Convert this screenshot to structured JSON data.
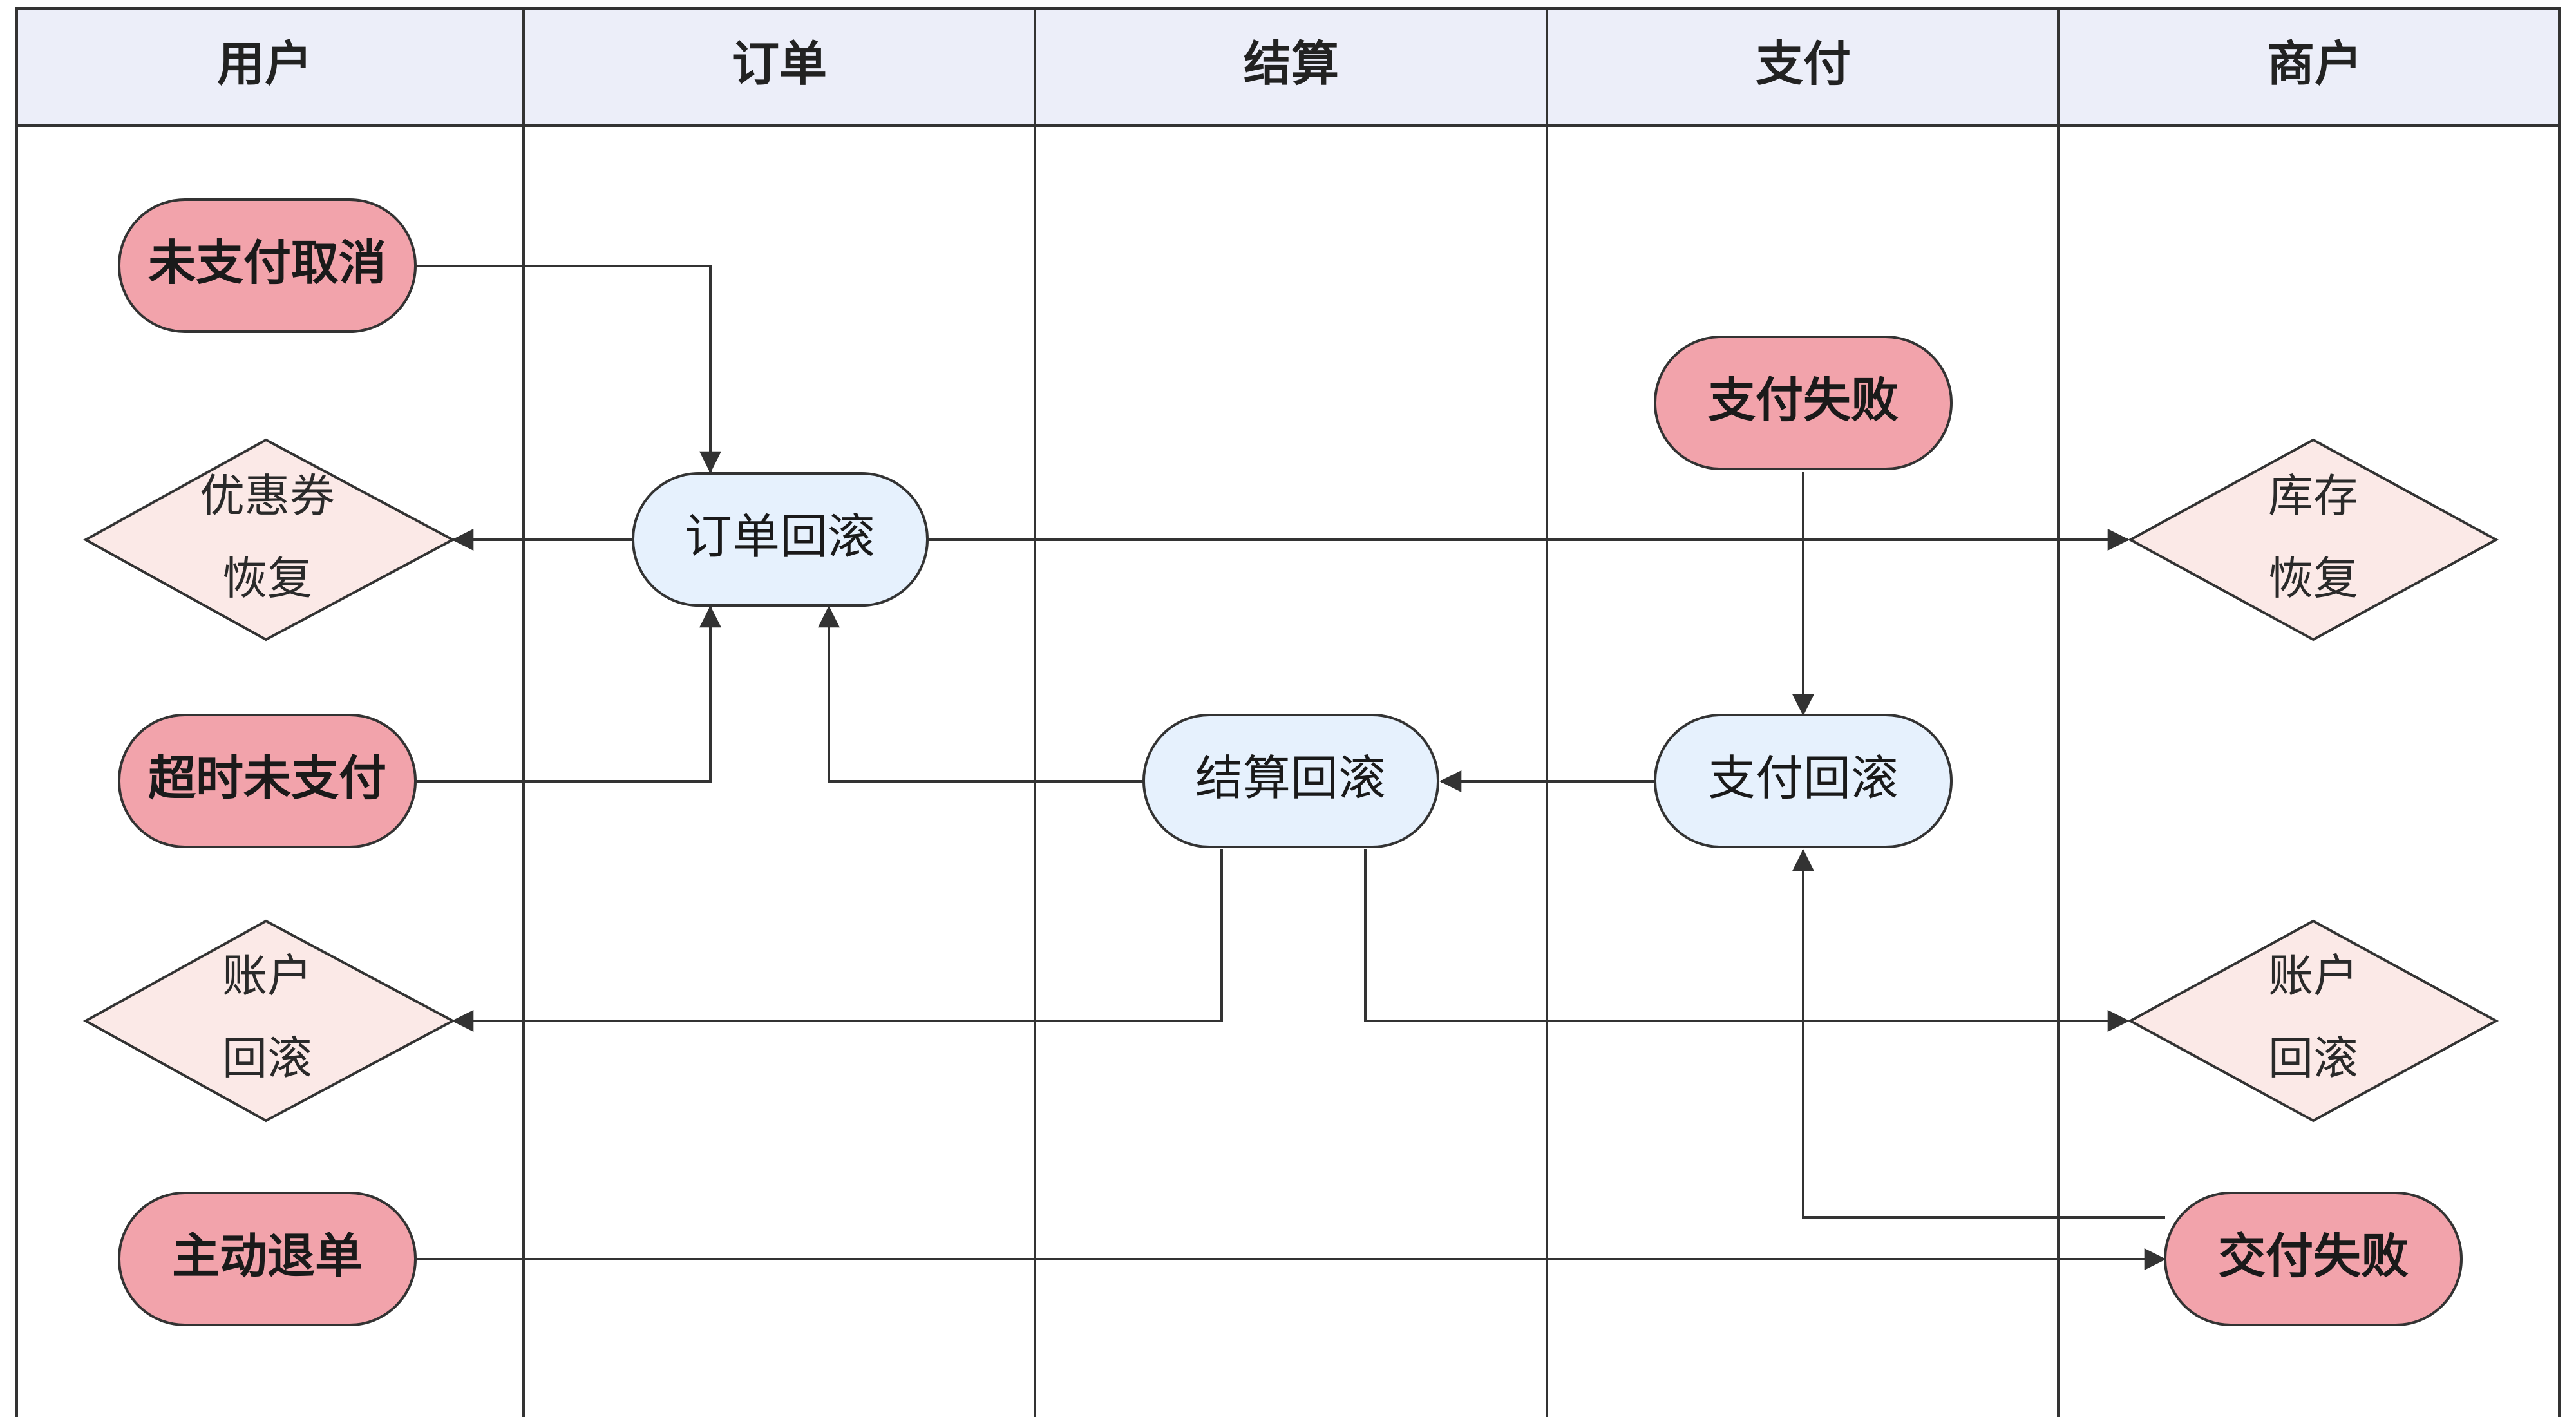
{
  "lanes": [
    {
      "id": "user",
      "title": "用户"
    },
    {
      "id": "order",
      "title": "订单"
    },
    {
      "id": "settle",
      "title": "结算"
    },
    {
      "id": "pay",
      "title": "支付"
    },
    {
      "id": "merchant",
      "title": "商户"
    }
  ],
  "nodes": {
    "unpaid_cancel": {
      "label": "未支付取消",
      "kind": "trigger"
    },
    "timeout_unpaid": {
      "label": "超时未支付",
      "kind": "trigger"
    },
    "active_refund": {
      "label": "主动退单",
      "kind": "trigger"
    },
    "pay_failed": {
      "label": "支付失败",
      "kind": "trigger"
    },
    "delivery_failed": {
      "label": "交付失败",
      "kind": "trigger"
    },
    "order_rollback": {
      "label": "订单回滚",
      "kind": "process"
    },
    "settle_rollback": {
      "label": "结算回滚",
      "kind": "process"
    },
    "pay_rollback": {
      "label": "支付回滚",
      "kind": "process"
    },
    "coupon_restore": {
      "label_lines": [
        "优惠券",
        "恢复"
      ],
      "kind": "decision"
    },
    "user_account_rollback": {
      "label_lines": [
        "账户",
        "回滚"
      ],
      "kind": "decision"
    },
    "stock_restore": {
      "label_lines": [
        "库存",
        "恢复"
      ],
      "kind": "decision"
    },
    "merchant_account_rollback": {
      "label_lines": [
        "账户",
        "回滚"
      ],
      "kind": "decision"
    }
  },
  "edges": [
    {
      "from": "unpaid_cancel",
      "to": "order_rollback"
    },
    {
      "from": "timeout_unpaid",
      "to": "order_rollback"
    },
    {
      "from": "order_rollback",
      "to": "coupon_restore"
    },
    {
      "from": "order_rollback",
      "to": "stock_restore"
    },
    {
      "from": "pay_failed",
      "to": "pay_rollback"
    },
    {
      "from": "pay_rollback",
      "to": "settle_rollback"
    },
    {
      "from": "settle_rollback",
      "to": "order_rollback"
    },
    {
      "from": "settle_rollback",
      "to": "user_account_rollback"
    },
    {
      "from": "settle_rollback",
      "to": "merchant_account_rollback"
    },
    {
      "from": "active_refund",
      "to": "delivery_failed"
    },
    {
      "from": "delivery_failed",
      "to": "pay_rollback"
    }
  ],
  "colors": {
    "trigger_fill": "#f2a3ab",
    "process_fill": "#e6f1fd",
    "decision_fill": "#fbe9e7",
    "header_fill": "#eceef9",
    "stroke": "#333333"
  }
}
